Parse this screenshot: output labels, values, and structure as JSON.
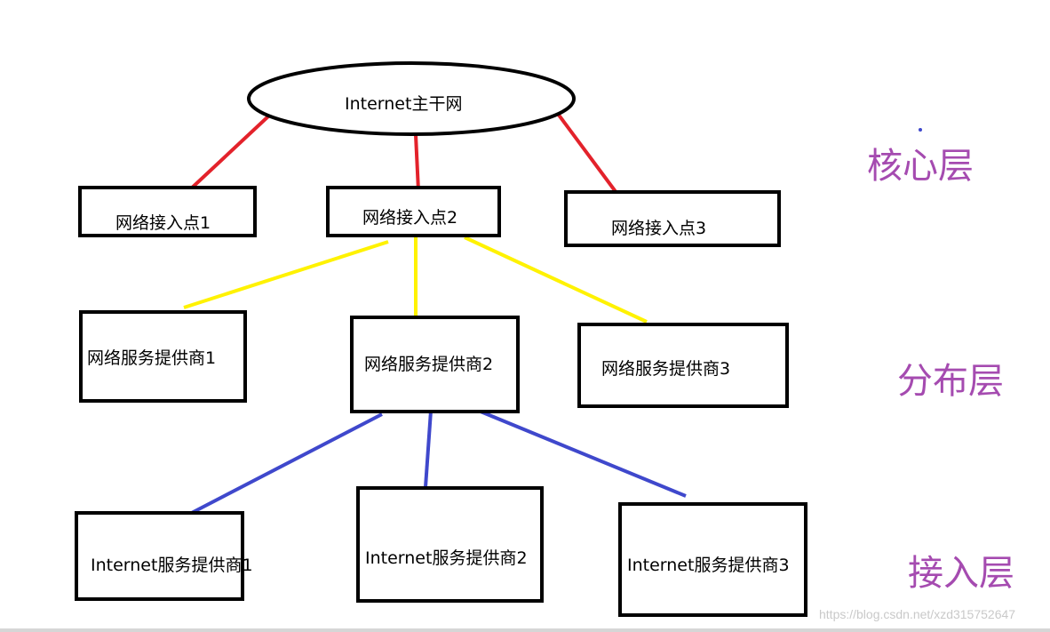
{
  "diagram": {
    "backbone": "Internet主干网",
    "access_points": [
      "网络接入点1",
      "网络接入点2",
      "网络接入点3"
    ],
    "service_providers": [
      "网络服务提供商1",
      "网络服务提供商2",
      "网络服务提供商3"
    ],
    "internet_providers": [
      "Internet服务提供商1",
      "Internet服务提供商2",
      "Internet服务提供商3"
    ],
    "layers": {
      "core": "核心层",
      "distribution": "分布层",
      "access": "接入层"
    },
    "edge_colors": {
      "core": "#e3222b",
      "distribution": "#fff200",
      "access": "#3f48cc"
    },
    "layer_color": "#a54bb0"
  },
  "watermark": "https://blog.csdn.net/xzd315752647"
}
